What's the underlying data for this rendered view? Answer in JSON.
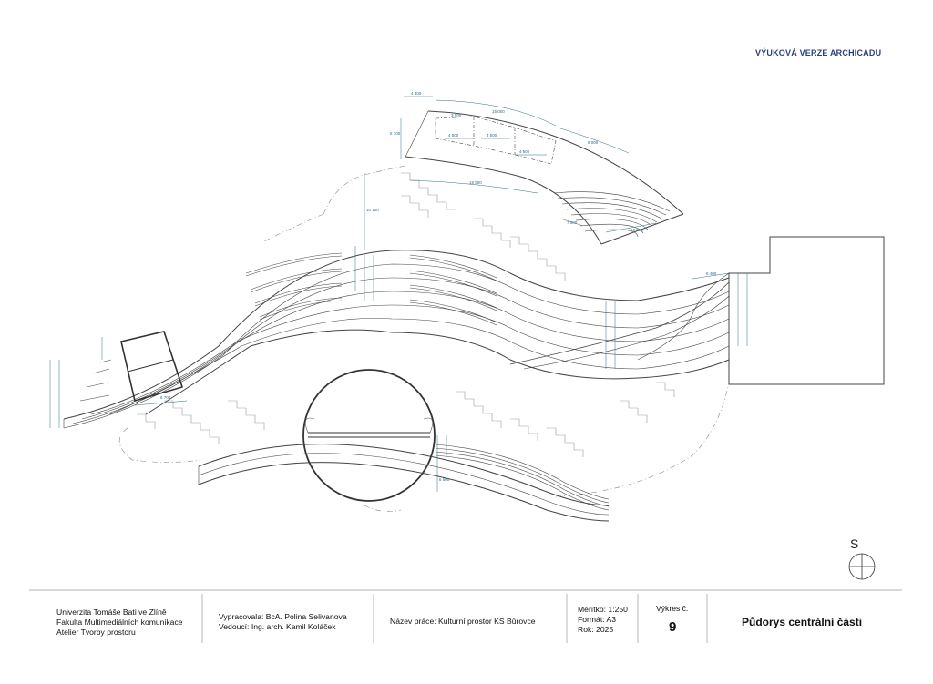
{
  "watermark": "VÝUKOVÁ VERZE ARCHICADU",
  "north": {
    "label": "S"
  },
  "title_block": {
    "university": [
      "Univerzita Tomáše Bati ve Zlíně",
      "Fakulta Multimediálních komunikace",
      "Atelier Tvorby prostoru"
    ],
    "authors": [
      "Vypracovala: BcA. Polina Selivanova",
      "Vedoucí: Ing. arch. Kamil Koláček"
    ],
    "project": "Název práce: Kulturní prostor KS Bůrovce",
    "meta": [
      "Měřítko: 1:250",
      "Formát: A3",
      "Rok: 2025"
    ],
    "sheet_label": "Výkres č.",
    "sheet_number": "9",
    "drawing_title": "Půdorys centrální části"
  },
  "dimensions": {
    "top_a": "4 300",
    "top_b": "15 000",
    "top_c": "8 000",
    "top_d": "8 700",
    "top_e": "4 500",
    "top_f": "4 500",
    "top_g": "4 500",
    "top_h": "18 500",
    "top_i": "7 000",
    "top_j": "10 000",
    "top_k": "3 000",
    "mid_v": "10 100",
    "right_a": "6 400",
    "left_a": "6 700",
    "circle_a": "5 500"
  }
}
